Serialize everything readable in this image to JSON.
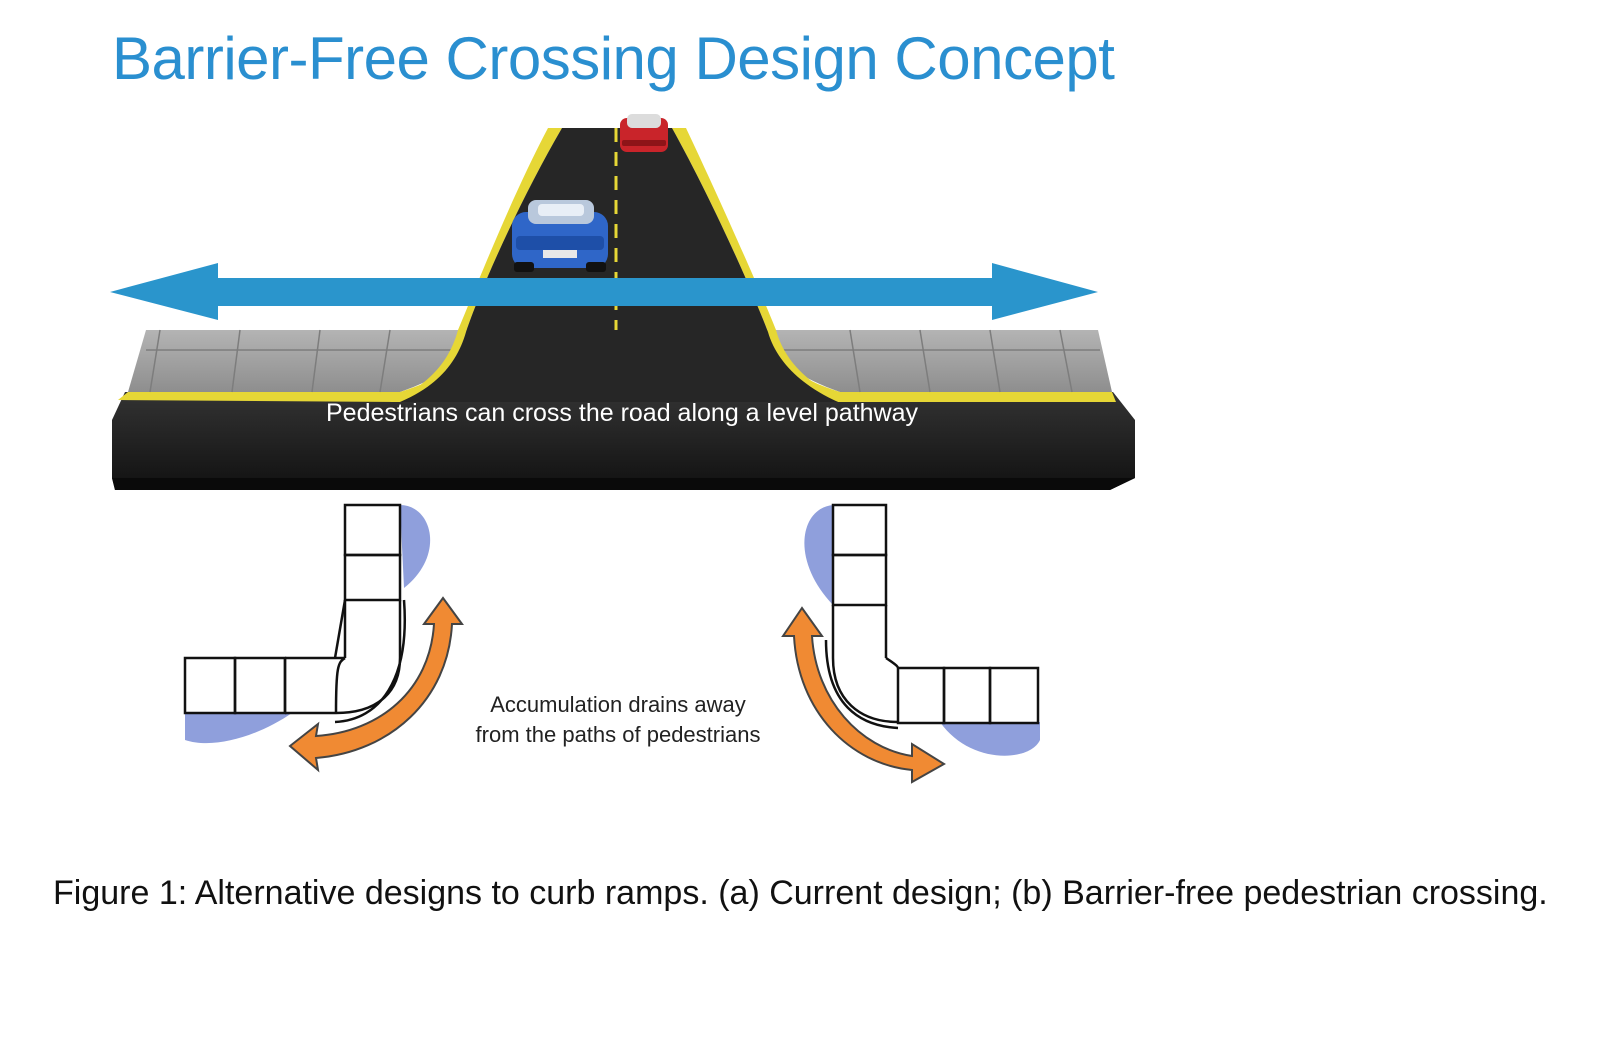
{
  "diagram": {
    "title": "Barrier-Free Crossing Design Concept",
    "road_label": "Pedestrians can cross the road along a level pathway",
    "drain_label_line1": "Accumulation drains away",
    "drain_label_line2": "from the paths of pedestrians",
    "colors": {
      "title": "#2a8fd0",
      "arrow": "#2a95cc",
      "asphalt": "#262626",
      "curb": "#e6d736",
      "sidewalk": "#a3a3a3",
      "drain_arrow": "#f08a33",
      "water": "#8f9fdc"
    }
  },
  "caption": "Figure 1: Alternative designs to curb ramps. (a) Current design; (b) Barrier-free pedestrian crossing."
}
